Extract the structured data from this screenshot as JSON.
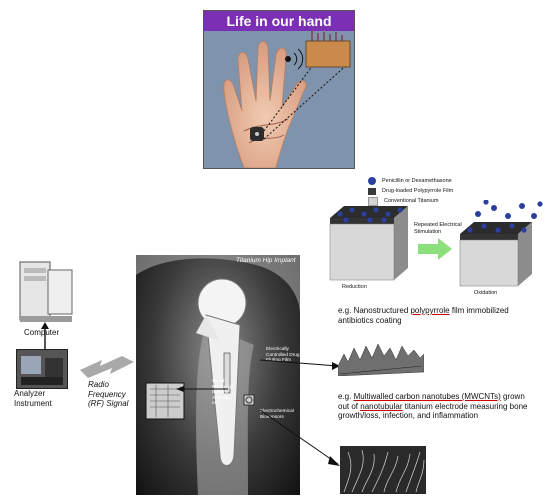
{
  "hand": {
    "title": "Life in our hand"
  },
  "left": {
    "computer_label": "Computer",
    "analyzer_label": "Analyzer\nInstrument",
    "rf_label": "Radio\nFrequency\n(RF) Signal"
  },
  "xray": {
    "title": "Titanium Hip Implant",
    "film_label": "Electrically Controlled Drug Eluting Film",
    "circuit_label": "Circuit, Microchip, Battery, Antenna, etc.",
    "sensor_label": "Electrochemical Biosensors"
  },
  "legend": {
    "items": [
      {
        "label": "Penicillin or Dexamethasone",
        "color": "#2b3f9e"
      },
      {
        "label": "Drug-loaded Polypyrrole Film",
        "color": "#3a3a3a"
      },
      {
        "label": "Conventional Titanium",
        "color": "#d4d4d4"
      }
    ]
  },
  "stimulation": {
    "arrow_label": "Repeated Electrical\nStimulation",
    "left_block_label": "Reduction",
    "right_block_label": "Oxidation"
  },
  "examples": {
    "first_prefix": "e.g. Nanostructured ",
    "first_link": "polypyrrole",
    "first_suffix": " film immobilized antibiotics coating",
    "second_prefix": "e.g. ",
    "second_link1": "Multiwalled carbon nanotubes (MWCNTs)",
    "second_mid": " grown out of ",
    "second_link2": "nanotubular",
    "second_suffix": " titanium electrode measuring bone growth/loss, infection, and inflammation"
  }
}
